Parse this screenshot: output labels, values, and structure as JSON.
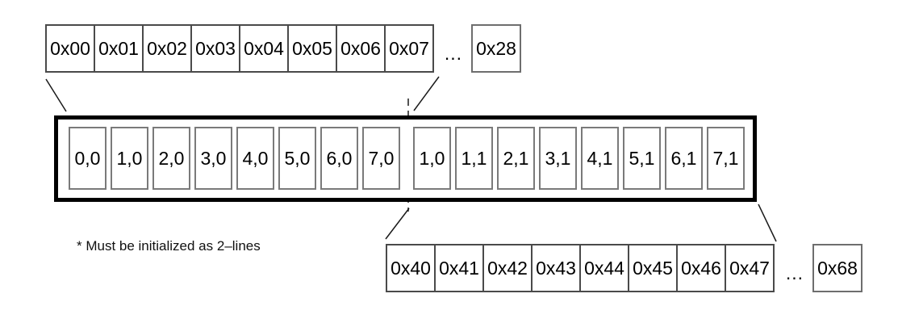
{
  "diagram_title": "lcd-ddram-address-mapping",
  "top_row": {
    "cells": [
      "0x00",
      "0x01",
      "0x02",
      "0x03",
      "0x04",
      "0x05",
      "0x06",
      "0x07"
    ],
    "ellipsis": "...",
    "tail_cell": "0x28"
  },
  "buffer": {
    "left_bank": [
      "0,0",
      "1,0",
      "2,0",
      "3,0",
      "4,0",
      "5,0",
      "6,0",
      "7,0"
    ],
    "right_bank": [
      "1,0",
      "1,1",
      "2,1",
      "3,1",
      "4,1",
      "5,1",
      "6,1",
      "7,1"
    ]
  },
  "bottom_row": {
    "cells": [
      "0x40",
      "0x41",
      "0x42",
      "0x43",
      "0x44",
      "0x45",
      "0x46",
      "0x47"
    ],
    "ellipsis": "...",
    "tail_cell": "0x68"
  },
  "note": {
    "text": "* Must be initialized as 2–lines"
  },
  "colors": {
    "background": "#ffffff",
    "text": "#000000",
    "frame_border": "#000000",
    "row_box_border": "#4a4a4a",
    "cell_border": "#7a7a7a",
    "standalone_box_border": "#6e6e6e",
    "connector_line": "#1a1a1a"
  }
}
